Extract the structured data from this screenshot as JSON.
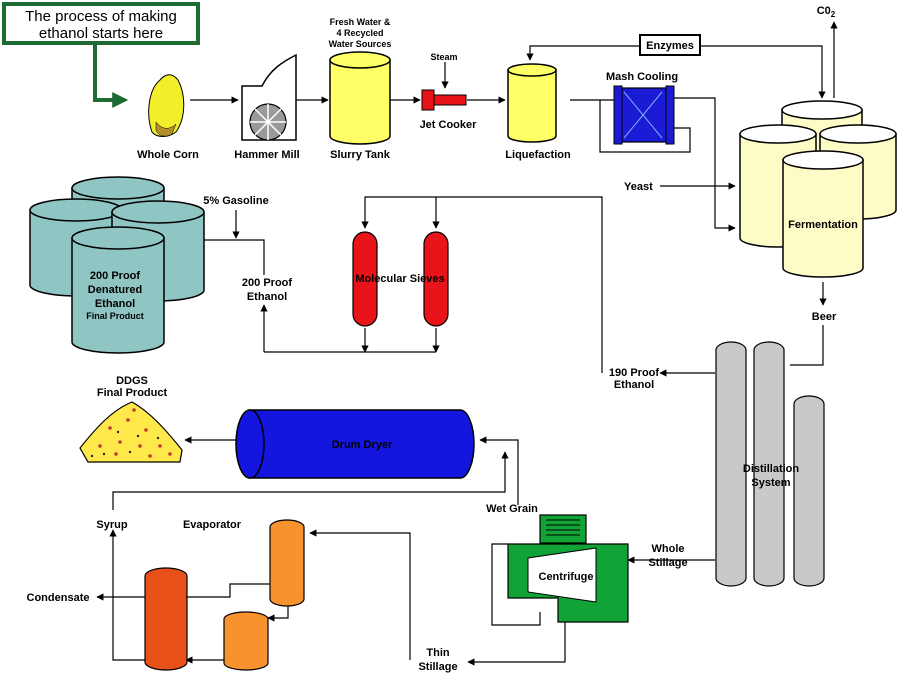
{
  "callout": {
    "line1": "The process of making",
    "line2": "ethanol starts here"
  },
  "labels": {
    "whole_corn": "Whole Corn",
    "hammer_mill": "Hammer Mill",
    "slurry_tank": "Slurry Tank",
    "fresh_water_1": "Fresh Water &",
    "fresh_water_2": "4 Recycled",
    "fresh_water_3": "Water Sources",
    "steam": "Steam",
    "jet_cooker": "Jet Cooker",
    "liquefaction": "Liquefaction",
    "mash_cooling": "Mash Cooling",
    "enzymes": "Enzymes",
    "co2_main": "C0",
    "co2_sub": "2",
    "yeast": "Yeast",
    "fermentation": "Fermentation",
    "beer": "Beer",
    "gasoline": "5% Gasoline",
    "tank_200_1": "200 Proof",
    "tank_200_2": "Denatured",
    "tank_200_3": "Ethanol",
    "tank_200_4": "Final Product",
    "proof200_1": "200 Proof",
    "proof200_2": "Ethanol",
    "molecular_sieves": "Molecular Sieves",
    "proof190_1": "190 Proof",
    "proof190_2": "Ethanol",
    "distillation_1": "Distillation",
    "distillation_2": "System",
    "ddgs_1": "DDGS",
    "ddgs_2": "Final Product",
    "drum_dryer": "Drum Dryer",
    "wet_grain": "Wet Grain",
    "syrup": "Syrup",
    "evaporator": "Evaporator",
    "condensate": "Condensate",
    "centrifuge": "Centrifuge",
    "whole_stillage_1": "Whole",
    "whole_stillage_2": "Stillage",
    "thin_stillage_1": "Thin",
    "thin_stillage_2": "Stillage"
  },
  "colors": {
    "callout_border": "#1e6b34",
    "corn": "#f2ee2a",
    "slurry": "#ffff66",
    "jet_cooker": "#e8141a",
    "mash_cooling": "#1b1bd6",
    "fermenter": "#fdfbc6",
    "final_tanks": "#8fc5c3",
    "sieves": "#e8141a",
    "distillation": "#c9c9c9",
    "drum_dryer": "#1515e0",
    "centrifuge": "#12a336",
    "evaporator_light": "#f7922e",
    "evaporator_dark": "#e8501a"
  }
}
